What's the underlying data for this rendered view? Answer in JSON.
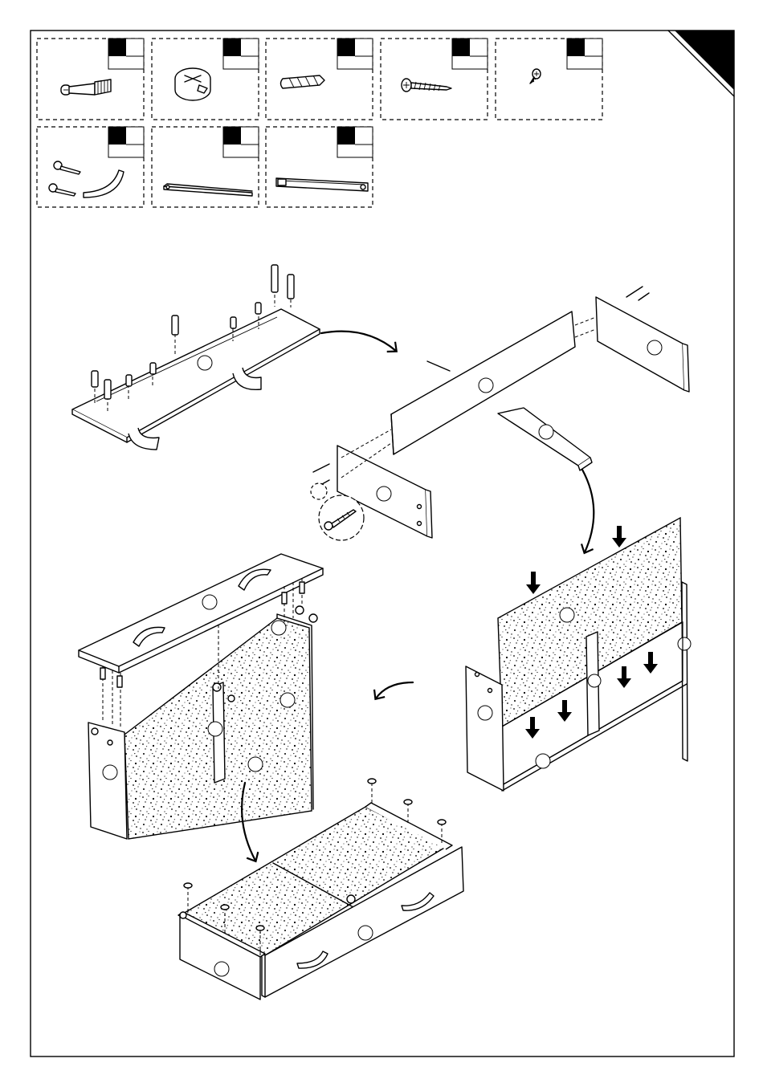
{
  "page": {
    "corner_tab_color": "#111111",
    "line_color": "#000000",
    "background": "#ffffff"
  },
  "hardware_legend": {
    "row1": [
      {
        "icon": "cam-bolt-icon"
      },
      {
        "icon": "cam-lock-nut-icon"
      },
      {
        "icon": "wooden-dowel-icon"
      },
      {
        "icon": "long-screw-icon"
      },
      {
        "icon": "short-screw-icon"
      }
    ],
    "row2": [
      {
        "icon": "handle-with-screws-icon"
      },
      {
        "icon": "drawer-runner-left-icon"
      },
      {
        "icon": "drawer-runner-right-icon"
      }
    ]
  },
  "steps": [
    {
      "name": "top-panel-with-bolts-and-handles"
    },
    {
      "name": "frame-sides-and-back-rail"
    },
    {
      "name": "insert-back-panel"
    },
    {
      "name": "attach-top-panel"
    },
    {
      "name": "assemble-drawer"
    }
  ]
}
